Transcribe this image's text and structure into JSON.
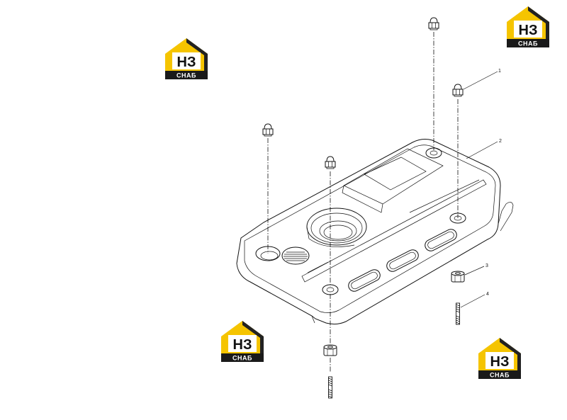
{
  "diagram": {
    "callouts": [
      {
        "id": "1",
        "label": "1"
      },
      {
        "id": "2",
        "label": "2"
      },
      {
        "id": "3",
        "label": "3"
      },
      {
        "id": "4",
        "label": "4"
      }
    ],
    "parts": [
      {
        "id": "cap-nut",
        "icon": "cap-nut-icon"
      },
      {
        "id": "engine-cover",
        "icon": "engine-cover-icon"
      },
      {
        "id": "spacer",
        "icon": "spacer-icon"
      },
      {
        "id": "stud",
        "icon": "stud-icon"
      }
    ]
  },
  "watermark": {
    "letters": "НЗ",
    "subtitle": "СНАБ",
    "colors": {
      "roof": "#f5c400",
      "dark": "#222222",
      "text_bg": "#1a1a1a"
    }
  }
}
